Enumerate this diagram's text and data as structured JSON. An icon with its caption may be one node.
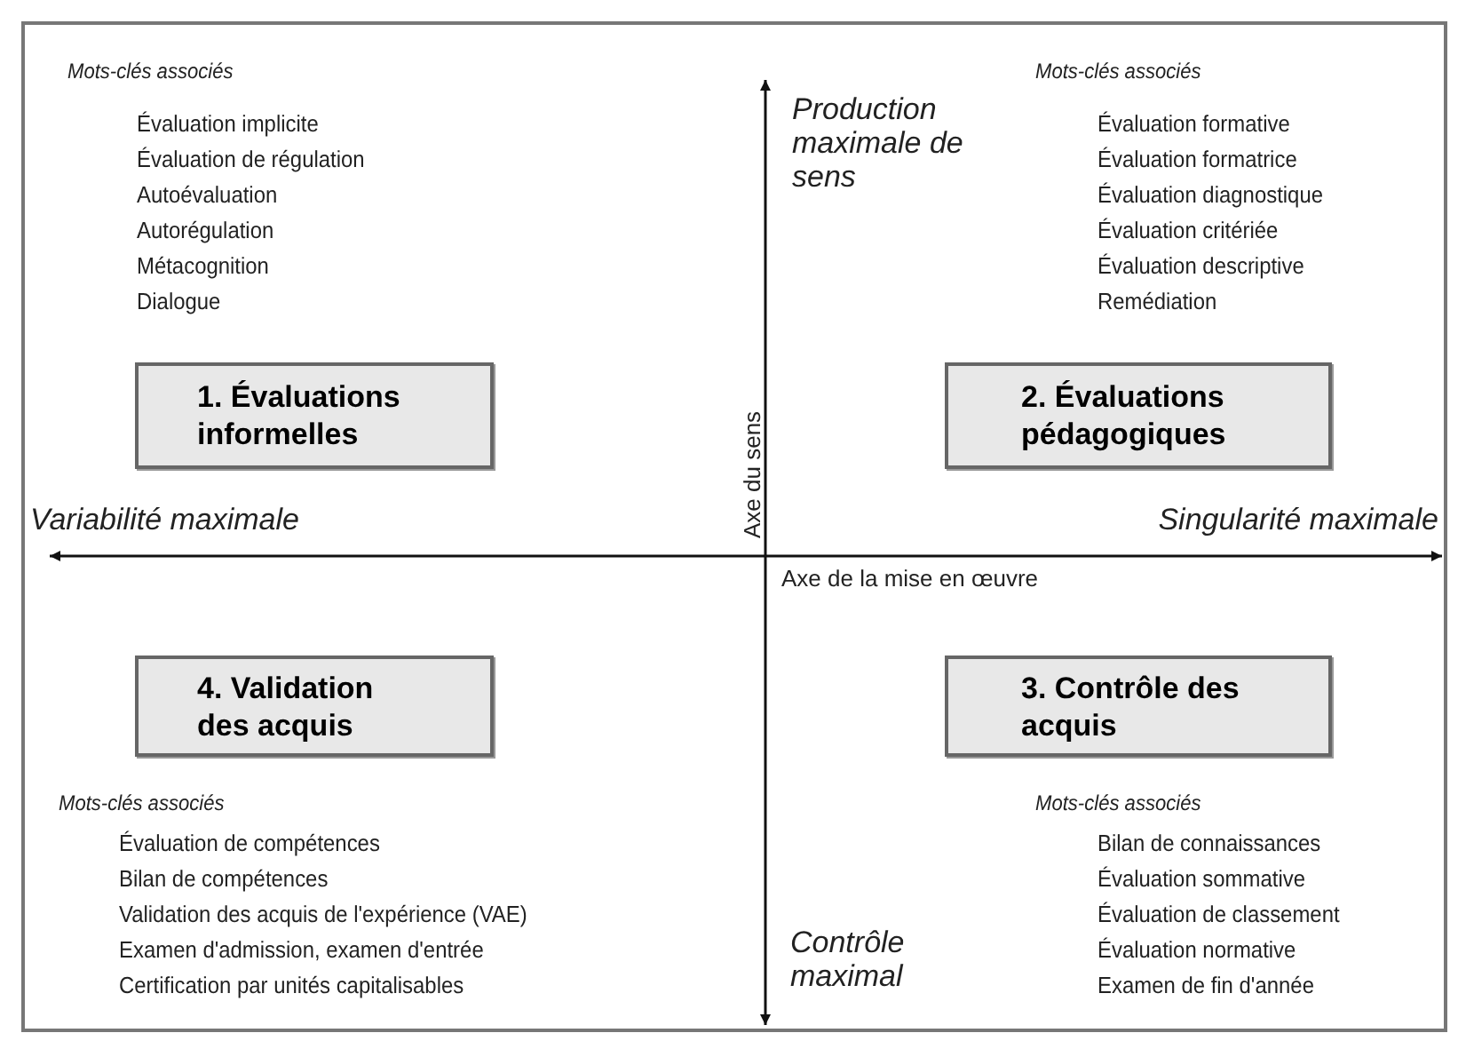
{
  "diagram": {
    "nodes": [
      {
        "text": [
          "1. Évaluations informelles"
        ]
      },
      {
        "text": [
          "2. Évaluations pédagogiques"
        ]
      },
      {
        "text": [
          "4. Validation des acquis"
        ]
      },
      {
        "text": [
          "3. Contrôle des acquis"
        ]
      }
    ],
    "labels": [
      "Mots-clés associés",
      "Évaluation implicite",
      "Évaluation de régulation",
      "Autoévaluation",
      "Autorégulation",
      "Métacognition",
      "Dialogue",
      "Production maximale de sens",
      "Mots-clés associés",
      "Évaluation formative",
      "Évaluation formatrice",
      "Évaluation diagnostique",
      "Évaluation critériée",
      "Évaluation descriptive",
      "Remédiation",
      "Axe du sens",
      "Variabilité maximale",
      "Singularité maximale",
      "Axe de la mise en œuvre",
      "Mots-clés associés",
      "Évaluation de compétences",
      "Bilan de compétences",
      "Validation des acquis de l'expérience (VAE)",
      "Examen d'admission, examen d'entrée",
      "Certification par unités capitalisables",
      "Mots-clés associés",
      "Bilan de connaissances",
      "Évaluation sommative",
      "Évaluation de classement",
      "Évaluation normative",
      "Examen de fin d'année",
      "Contrôle maximal"
    ]
  }
}
